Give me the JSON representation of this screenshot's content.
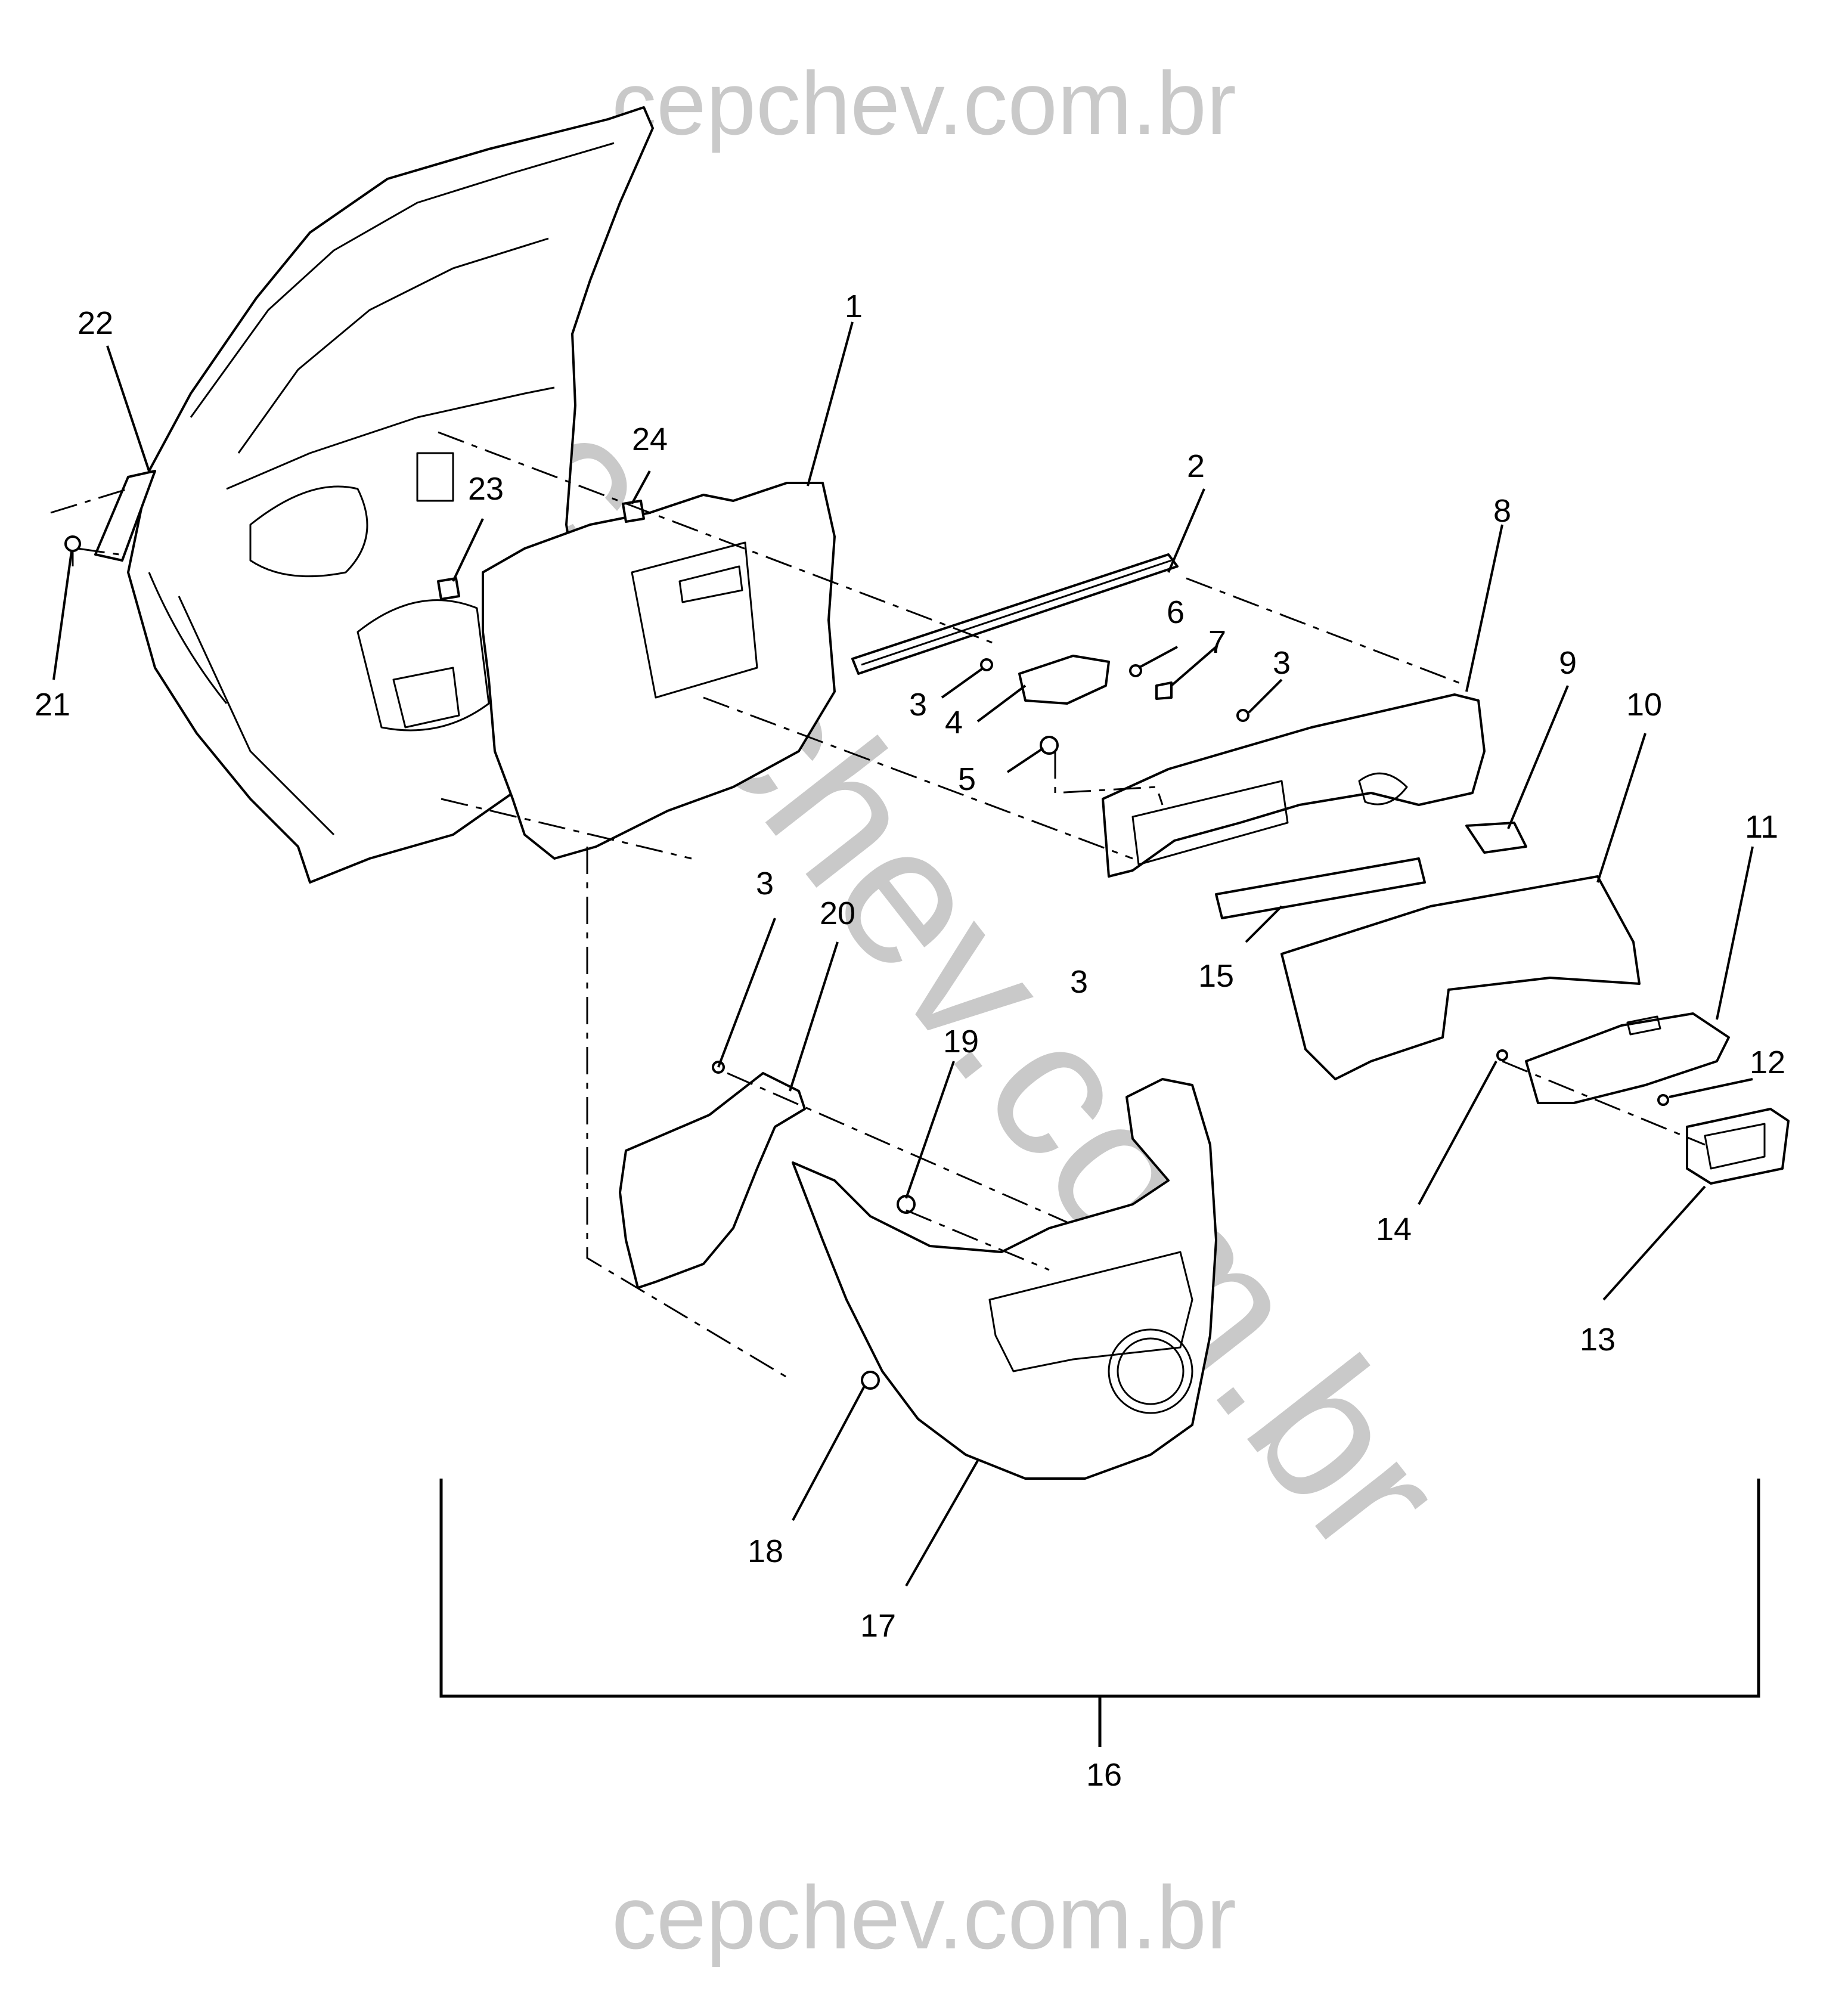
{
  "watermark": {
    "top": "cepchev.com.br",
    "bottom": "cepchev.com.br",
    "diagonal": "cepchev.com.br",
    "color": "#c9c9c9"
  },
  "callouts": [
    {
      "id": "c1",
      "label": "1"
    },
    {
      "id": "c2",
      "label": "2"
    },
    {
      "id": "c3a",
      "label": "3"
    },
    {
      "id": "c3b",
      "label": "3"
    },
    {
      "id": "c3c",
      "label": "3"
    },
    {
      "id": "c3d",
      "label": "3"
    },
    {
      "id": "c4",
      "label": "4"
    },
    {
      "id": "c5",
      "label": "5"
    },
    {
      "id": "c6",
      "label": "6"
    },
    {
      "id": "c7",
      "label": "7"
    },
    {
      "id": "c8",
      "label": "8"
    },
    {
      "id": "c9",
      "label": "9"
    },
    {
      "id": "c10",
      "label": "10"
    },
    {
      "id": "c11",
      "label": "11"
    },
    {
      "id": "c12",
      "label": "12"
    },
    {
      "id": "c13",
      "label": "13"
    },
    {
      "id": "c14",
      "label": "14"
    },
    {
      "id": "c15",
      "label": "15"
    },
    {
      "id": "c16",
      "label": "16"
    },
    {
      "id": "c17",
      "label": "17"
    },
    {
      "id": "c18",
      "label": "18"
    },
    {
      "id": "c19",
      "label": "19"
    },
    {
      "id": "c20",
      "label": "20"
    },
    {
      "id": "c21",
      "label": "21"
    },
    {
      "id": "c22",
      "label": "22"
    },
    {
      "id": "c23",
      "label": "23"
    },
    {
      "id": "c24",
      "label": "24"
    }
  ]
}
